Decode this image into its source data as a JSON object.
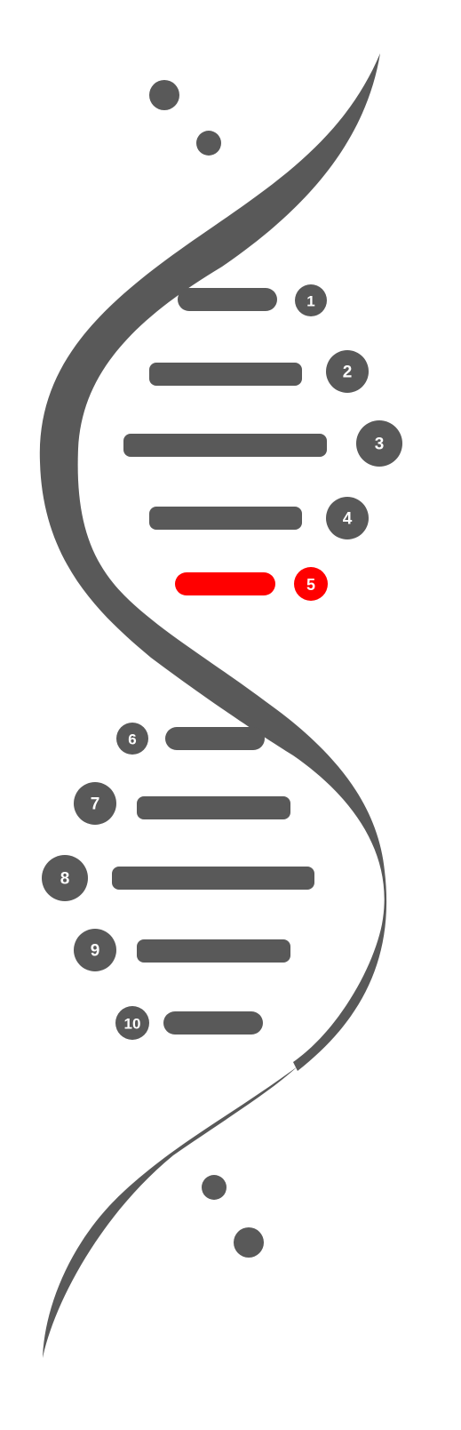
{
  "colors": {
    "primary": "#595959",
    "highlight": "#ff0000",
    "background": "#ffffff",
    "number_text": "#ffffff"
  },
  "highlighted_step": "5",
  "steps": [
    {
      "label": "1",
      "state": "normal"
    },
    {
      "label": "2",
      "state": "normal"
    },
    {
      "label": "3",
      "state": "normal"
    },
    {
      "label": "4",
      "state": "normal"
    },
    {
      "label": "5",
      "state": "highlighted"
    },
    {
      "label": "6",
      "state": "normal"
    },
    {
      "label": "7",
      "state": "normal"
    },
    {
      "label": "8",
      "state": "normal"
    },
    {
      "label": "9",
      "state": "normal"
    },
    {
      "label": "10",
      "state": "normal"
    }
  ]
}
